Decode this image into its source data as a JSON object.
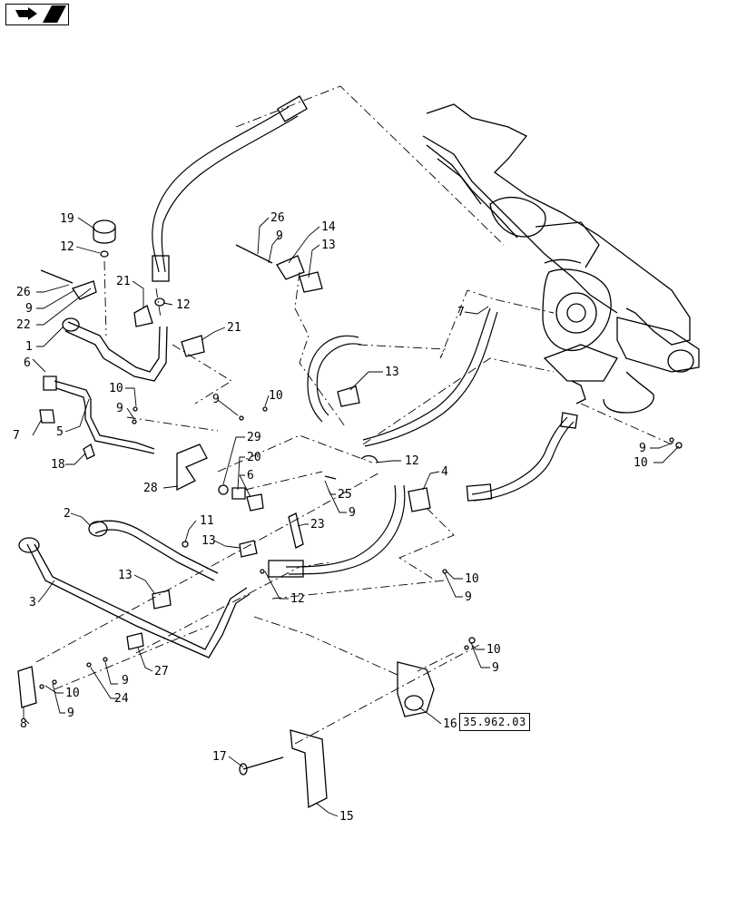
{
  "nav": {
    "icon": "back-arrow-icon"
  },
  "reference": {
    "label": "35.962.03"
  },
  "callouts": [
    {
      "id": "c19",
      "text": "19"
    },
    {
      "id": "c12a",
      "text": "12"
    },
    {
      "id": "c26a",
      "text": "26"
    },
    {
      "id": "c9a",
      "text": "9"
    },
    {
      "id": "c22",
      "text": "22"
    },
    {
      "id": "c1",
      "text": "1"
    },
    {
      "id": "c6a",
      "text": "6"
    },
    {
      "id": "c7a",
      "text": "7"
    },
    {
      "id": "c5",
      "text": "5"
    },
    {
      "id": "c18",
      "text": "18"
    },
    {
      "id": "c21a",
      "text": "21"
    },
    {
      "id": "c12b",
      "text": "12"
    },
    {
      "id": "c21b",
      "text": "21"
    },
    {
      "id": "c10a",
      "text": "10"
    },
    {
      "id": "c9b",
      "text": "9"
    },
    {
      "id": "c9c",
      "text": "9"
    },
    {
      "id": "c10b",
      "text": "10"
    },
    {
      "id": "c28",
      "text": "28"
    },
    {
      "id": "c29",
      "text": "29"
    },
    {
      "id": "c20",
      "text": "20"
    },
    {
      "id": "c6b",
      "text": "6"
    },
    {
      "id": "c26b",
      "text": "26"
    },
    {
      "id": "c9d",
      "text": "9"
    },
    {
      "id": "c14",
      "text": "14"
    },
    {
      "id": "c13a",
      "text": "13"
    },
    {
      "id": "c7b",
      "text": "7"
    },
    {
      "id": "c13b",
      "text": "13"
    },
    {
      "id": "c12c",
      "text": "12"
    },
    {
      "id": "c25",
      "text": "25"
    },
    {
      "id": "c9e",
      "text": "9"
    },
    {
      "id": "c4",
      "text": "4"
    },
    {
      "id": "c9f",
      "text": "9"
    },
    {
      "id": "c10c",
      "text": "10"
    },
    {
      "id": "c2",
      "text": "2"
    },
    {
      "id": "c11",
      "text": "11"
    },
    {
      "id": "c13c",
      "text": "13"
    },
    {
      "id": "c23",
      "text": "23"
    },
    {
      "id": "c3",
      "text": "3"
    },
    {
      "id": "c13d",
      "text": "13"
    },
    {
      "id": "c12d",
      "text": "12"
    },
    {
      "id": "c10d",
      "text": "10"
    },
    {
      "id": "c9g",
      "text": "9"
    },
    {
      "id": "c27",
      "text": "27"
    },
    {
      "id": "c10e",
      "text": "10"
    },
    {
      "id": "c9h",
      "text": "9"
    },
    {
      "id": "c9i",
      "text": "9"
    },
    {
      "id": "c24",
      "text": "24"
    },
    {
      "id": "c10f",
      "text": "10"
    },
    {
      "id": "c9j",
      "text": "9"
    },
    {
      "id": "c8",
      "text": "8"
    },
    {
      "id": "c16",
      "text": "16"
    },
    {
      "id": "c17",
      "text": "17"
    },
    {
      "id": "c15",
      "text": "15"
    }
  ]
}
